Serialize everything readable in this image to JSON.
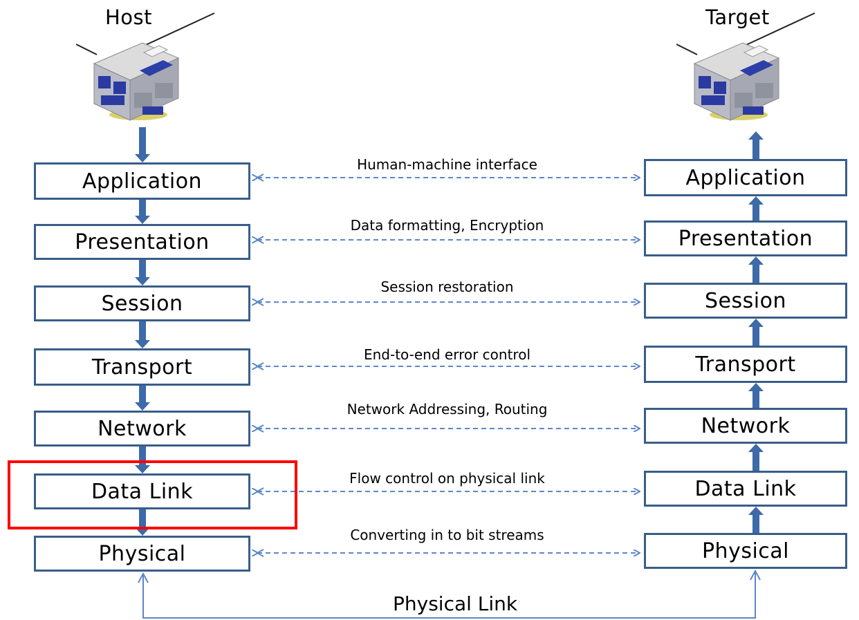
{
  "host": {
    "title": "Host",
    "layers": [
      "Application",
      "Presentation",
      "Session",
      "Transport",
      "Network",
      "Data Link",
      "Physical"
    ]
  },
  "target": {
    "title": "Target",
    "layers": [
      "Application",
      "Presentation",
      "Session",
      "Transport",
      "Network",
      "Data Link",
      "Physical"
    ]
  },
  "peer_links": [
    "Human-machine interface",
    "Data formatting, Encryption",
    "Session restoration",
    "End-to-end error control",
    "Network Addressing, Routing",
    "Flow control on physical link",
    "Converting in to bit streams"
  ],
  "bottom_link_label": "Physical Link",
  "highlighted_layer": "Data Link",
  "colors": {
    "box_border": "#385d8a",
    "arrow_fill": "#3d6aa8",
    "dashed_line": "#5b87c9",
    "highlight": "#ff0000"
  },
  "icons": [
    "satellite-icon"
  ]
}
